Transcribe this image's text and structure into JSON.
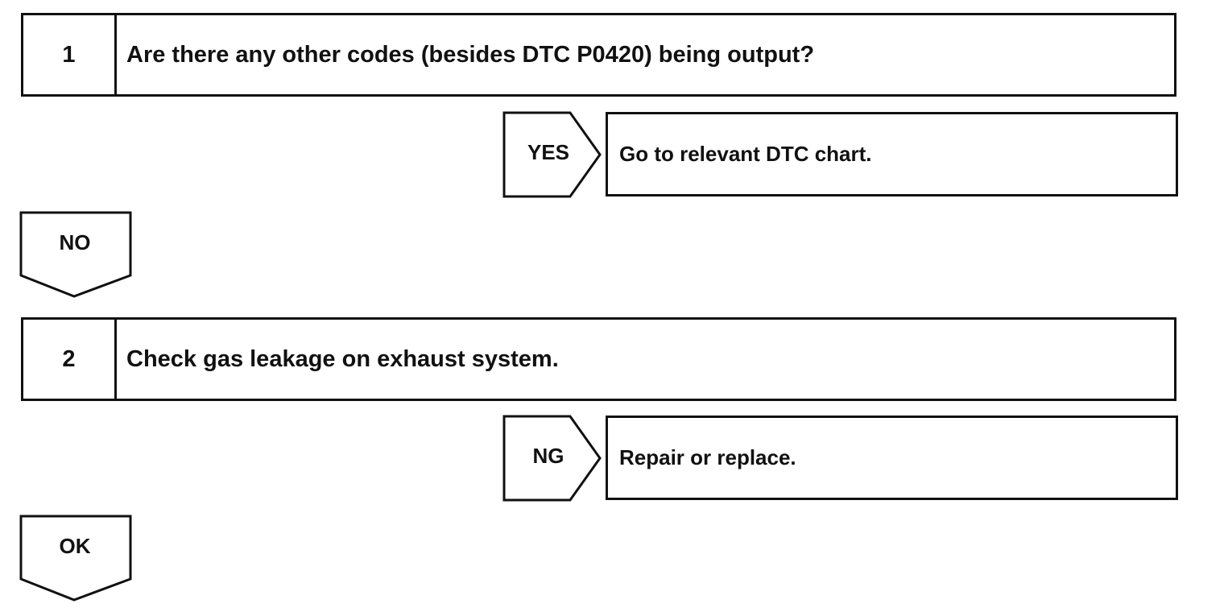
{
  "steps": [
    {
      "number": "1",
      "text": "Are there any other codes (besides DTC P0420) being output?"
    },
    {
      "number": "2",
      "text": "Check gas leakage on exhaust system."
    }
  ],
  "branches": [
    {
      "label": "YES",
      "result": "Go to relevant DTC chart."
    },
    {
      "label": "NG",
      "result": "Repair or replace."
    }
  ],
  "continue": [
    {
      "label": "NO"
    },
    {
      "label": "OK"
    }
  ]
}
